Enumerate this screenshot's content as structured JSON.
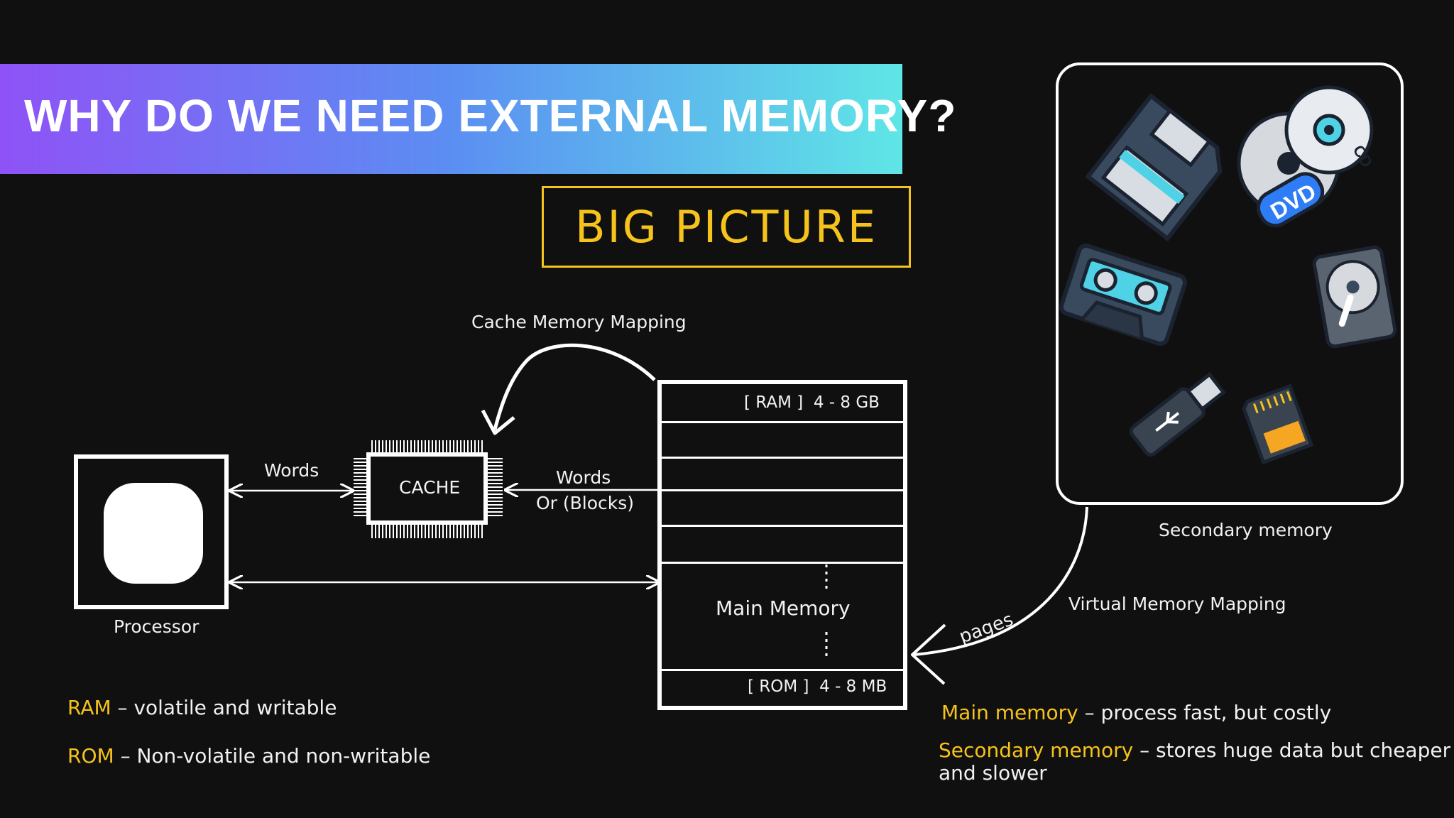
{
  "title": "WHY DO WE NEED EXTERNAL MEMORY?",
  "subtitle": "BIG PICTURE",
  "diagram": {
    "cache_mapping_label": "Cache Memory Mapping",
    "processor_label": "Processor",
    "cache_label": "CACHE",
    "words_label_left": "Words",
    "words_label_right": "Words",
    "blocks_label": "Or (Blocks)",
    "ram_label": "[ RAM ]",
    "ram_size": "4 - 8 GB",
    "main_memory_label": "Main Memory",
    "rom_label": "[ ROM ]",
    "rom_size": "4 - 8 MB",
    "secondary_memory_label": "Secondary memory",
    "virtual_mapping_label": "Virtual Memory Mapping",
    "pages_label": "pages",
    "devices": [
      "floppy-disk-icon",
      "cd-dvd-icon",
      "cassette-tape-icon",
      "hard-disk-icon",
      "usb-drive-icon",
      "sd-card-icon"
    ],
    "cd_text": "CD",
    "dvd_text": "DVD"
  },
  "notes": {
    "ram_term": "RAM",
    "ram_desc": "– volatile  and writable",
    "rom_term": "ROM",
    "rom_desc": "– Non-volatile  and non-writable",
    "main_term": "Main memory",
    "main_desc": "–  process fast, but costly",
    "secondary_term": "Secondary memory",
    "secondary_desc": "– stores huge data but cheaper",
    "secondary_desc_2": "and slower"
  },
  "colors": {
    "background": "#101010",
    "accent_yellow": "#f5c31b",
    "gradient_start": "#8f52f6",
    "gradient_end": "#5fe6e6",
    "icon_teal": "#4fd1e6",
    "icon_dark": "#3a4a5e",
    "sd_orange": "#f5a623"
  }
}
